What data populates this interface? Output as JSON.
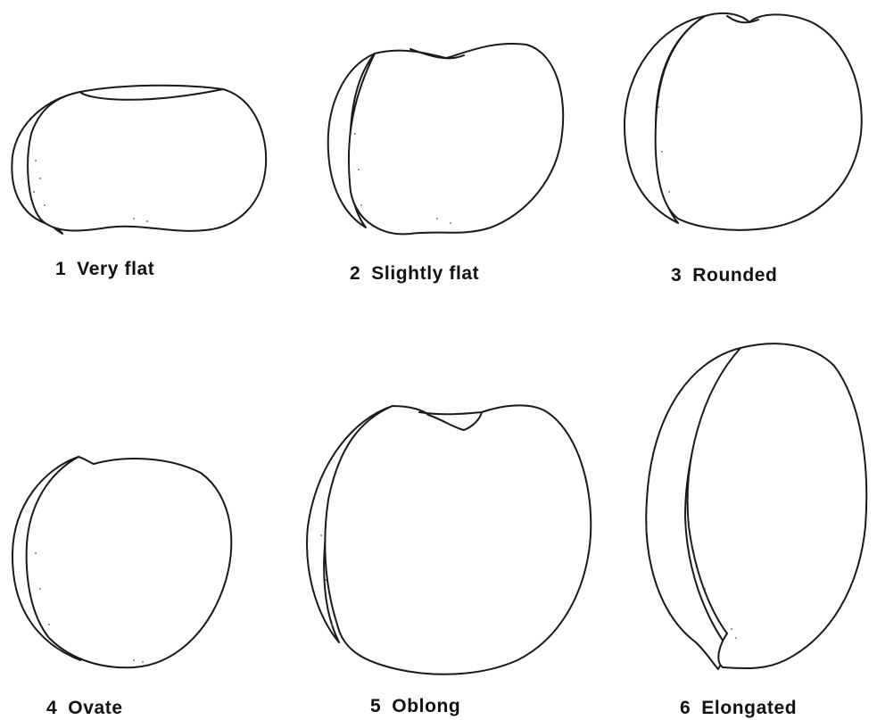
{
  "shapes": [
    {
      "number": "1",
      "label": "Very flat"
    },
    {
      "number": "2",
      "label": "Slightly flat"
    },
    {
      "number": "3",
      "label": "Rounded"
    },
    {
      "number": "4",
      "label": "Ovate"
    },
    {
      "number": "5",
      "label": "Oblong"
    },
    {
      "number": "6",
      "label": "Elongated"
    }
  ],
  "colors": {
    "line": "#1a1a1a",
    "paper": "#ffffff"
  }
}
